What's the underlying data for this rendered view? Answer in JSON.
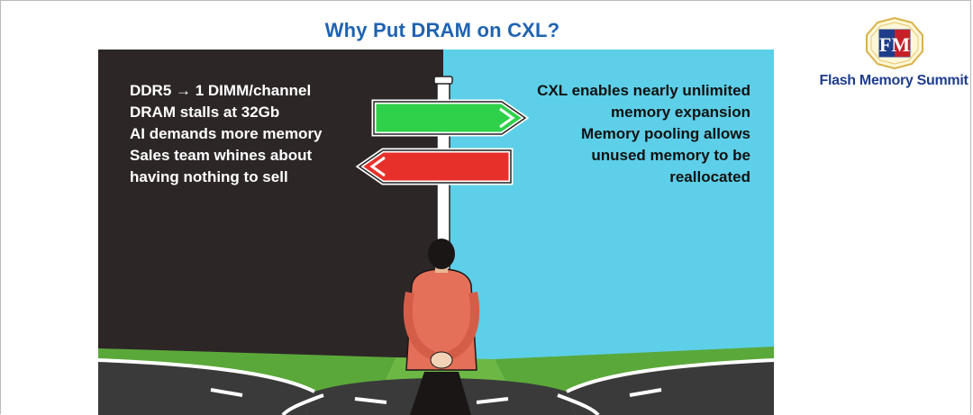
{
  "slide": {
    "title": "Why Put DRAM on CXL?",
    "logo_caption": "Flash Memory Summit",
    "logo_letters": "FM"
  },
  "left_panel": {
    "lines": [
      "DDR5 → 1 DIMM/channel",
      "DRAM stalls at 32Gb",
      "AI demands more memory",
      "Sales team whines about",
      "having nothing to sell"
    ]
  },
  "right_panel": {
    "lines": [
      "CXL enables nearly unlimited",
      "memory expansion",
      "Memory pooling allows",
      "unused memory to be",
      "reallocated"
    ]
  },
  "colors": {
    "title": "#1f63b0",
    "dark_bg": "#2d2626",
    "sky": "#5dcfe8",
    "green_sign": "#2fd14a",
    "red_sign": "#e8302a",
    "grass": "#5aa83a",
    "road": "#3a3a3a",
    "shirt": "#e5705a"
  },
  "icons": [
    "flash-memory-summit-logo",
    "signpost",
    "person"
  ]
}
